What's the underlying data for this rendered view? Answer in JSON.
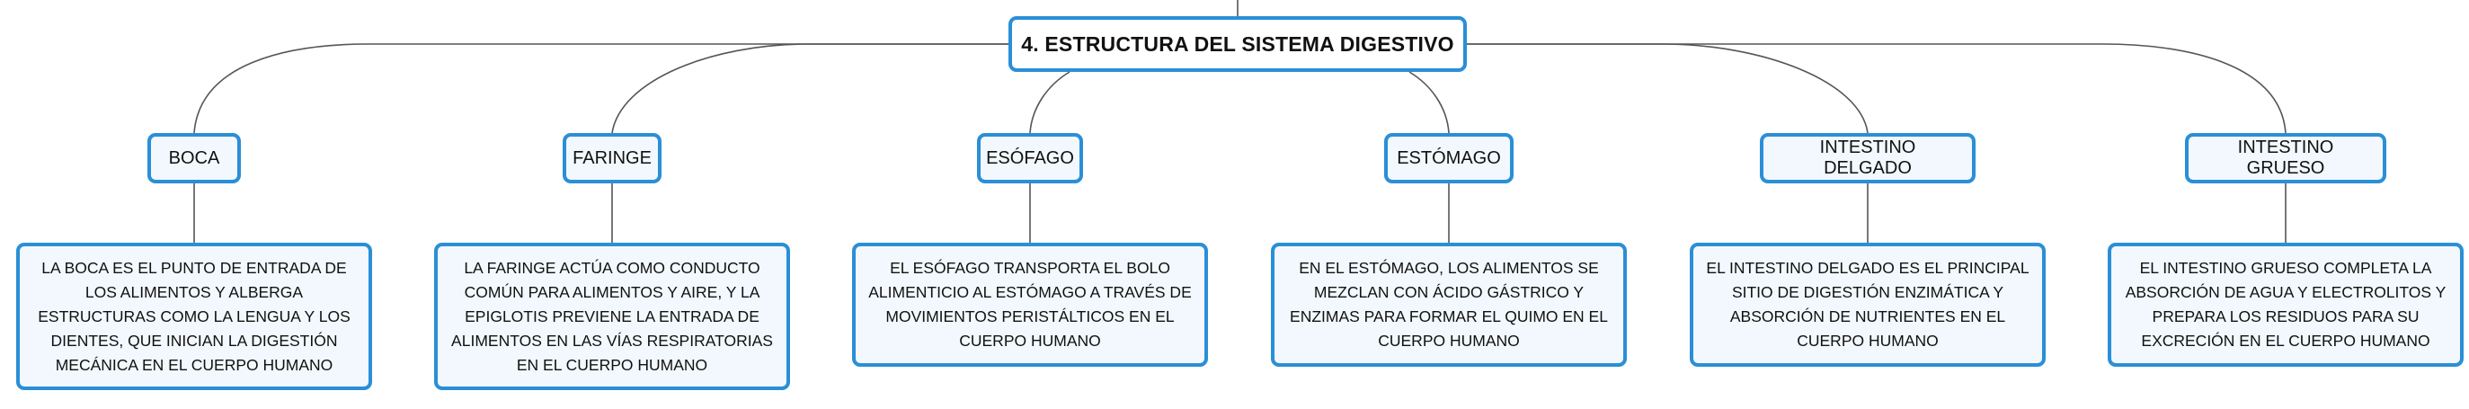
{
  "root": {
    "title": "4. ESTRUCTURA DEL SISTEMA DIGESTIVO"
  },
  "branches": [
    {
      "label": "BOCA",
      "detail": "LA BOCA ES EL PUNTO DE ENTRADA DE LOS ALIMENTOS Y ALBERGA ESTRUCTURAS COMO LA LENGUA Y LOS DIENTES, QUE INICIAN LA DIGESTIÓN MECÁNICA EN EL CUERPO HUMANO"
    },
    {
      "label": "FARINGE",
      "detail": "LA FARINGE ACTÚA COMO CONDUCTO COMÚN PARA ALIMENTOS Y AIRE, Y LA EPIGLOTIS PREVIENE LA ENTRADA DE ALIMENTOS EN LAS VÍAS RESPIRATORIAS EN EL CUERPO HUMANO"
    },
    {
      "label": "ESÓFAGO",
      "detail": "EL ESÓFAGO TRANSPORTA EL BOLO ALIMENTICIO AL ESTÓMAGO A TRAVÉS DE MOVIMIENTOS PERISTÁLTICOS EN EL CUERPO HUMANO"
    },
    {
      "label": "ESTÓMAGO",
      "detail": "EN EL ESTÓMAGO, LOS ALIMENTOS SE MEZCLAN CON ÁCIDO GÁSTRICO Y ENZIMAS PARA FORMAR EL QUIMO EN EL CUERPO HUMANO"
    },
    {
      "label": "INTESTINO DELGADO",
      "detail": "EL INTESTINO DELGADO ES EL PRINCIPAL SITIO DE DIGESTIÓN ENZIMÁTICA Y ABSORCIÓN DE NUTRIENTES EN EL CUERPO HUMANO"
    },
    {
      "label": "INTESTINO GRUESO",
      "detail": "EL INTESTINO GRUESO COMPLETA LA ABSORCIÓN DE AGUA Y ELECTROLITOS Y PREPARA LOS RESIDUOS PARA SU EXCRECIÓN EN EL CUERPO HUMANO"
    }
  ],
  "colors": {
    "border": "#2a8fd6",
    "fill": "#f2f8fd",
    "line": "#555555"
  }
}
